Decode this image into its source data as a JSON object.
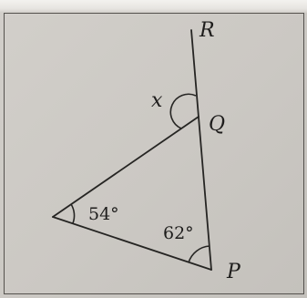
{
  "diagram": {
    "vertices": {
      "R": "R",
      "Q": "Q",
      "P": "P"
    },
    "angles": {
      "x": "x",
      "left": "54°",
      "P": "62°"
    }
  }
}
